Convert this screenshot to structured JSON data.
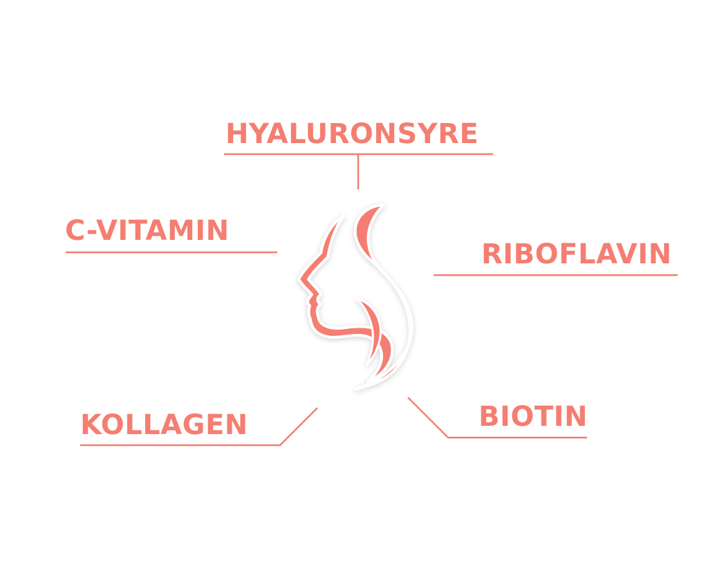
{
  "diagram": {
    "accent_color": "#f47e72",
    "center_icon": "woman-face-profile-icon",
    "labels": {
      "hyaluronsyre": "HYALURONSYRE",
      "c_vitamin": "C-VITAMIN",
      "riboflavin": "RIBOFLAVIN",
      "kollagen": "KOLLAGEN",
      "biotin": "BIOTIN"
    }
  }
}
